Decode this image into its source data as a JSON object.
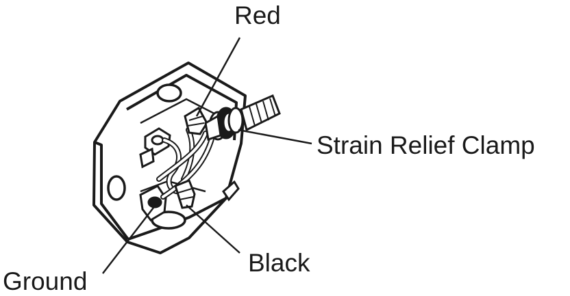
{
  "labels": {
    "red": "Red",
    "strain_relief_clamp": "Strain Relief Clamp",
    "black": "Black",
    "ground": "Ground"
  },
  "colors": {
    "ink": "#1a1a1a",
    "box_face": "#ffffff",
    "background": "#ffffff"
  }
}
